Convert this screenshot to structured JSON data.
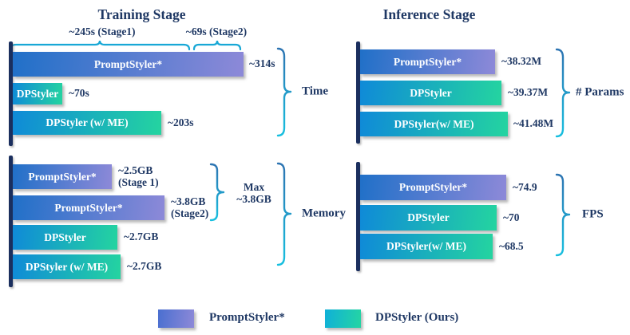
{
  "figure": {
    "training_title": "Training Stage",
    "inference_title": "Inference Stage"
  },
  "colors": {
    "promptstyler_gradient_start": "#2070c8",
    "promptstyler_gradient_end": "#8d89d8",
    "dpstyler_gradient_start": "#0f8ad8",
    "dpstyler_gradient_end": "#24d4a0",
    "text_navy": "#1f3864",
    "axis_navy": "#1b2f5e",
    "bracket_cyan": "#18a8d6",
    "brace_gradient_top": "#2d74b2",
    "brace_gradient_bottom": "#17bfdf"
  },
  "chart_data": [
    {
      "id": "training-time",
      "type": "bar",
      "orientation": "horizontal",
      "stage": "Training Stage",
      "metric": "Time",
      "unit": "seconds",
      "bars": [
        {
          "label": "PromptStyler*",
          "series": "PromptStyler*",
          "value": 314,
          "display": "~314s"
        },
        {
          "label": "DPStyler",
          "series": "DPStyler (Ours)",
          "value": 70,
          "display": "~70s"
        },
        {
          "label": "DPStyler (w/ ME)",
          "series": "DPStyler (Ours)",
          "value": 203,
          "display": "~203s"
        }
      ],
      "annotations": [
        {
          "text": "~245s (Stage1)",
          "span_seconds": 245
        },
        {
          "text": "~69s (Stage2)",
          "span_seconds": 69
        }
      ]
    },
    {
      "id": "inference-params",
      "type": "bar",
      "orientation": "horizontal",
      "stage": "Inference Stage",
      "metric": "# Params",
      "unit": "millions",
      "bars": [
        {
          "label": "PromptStyler*",
          "series": "PromptStyler*",
          "value": 38.32,
          "display": "~38.32M"
        },
        {
          "label": "DPStyler",
          "series": "DPStyler (Ours)",
          "value": 39.37,
          "display": "~39.37M"
        },
        {
          "label": "DPStyler(w/ ME)",
          "series": "DPStyler (Ours)",
          "value": 41.48,
          "display": "~41.48M"
        }
      ]
    },
    {
      "id": "training-memory",
      "type": "bar",
      "orientation": "horizontal",
      "stage": "Training Stage",
      "metric": "Memory",
      "unit": "GB",
      "bars": [
        {
          "label": "PromptStyler*",
          "series": "PromptStyler*",
          "value": 2.5,
          "display": "~2.5GB",
          "display_note": "(Stage 1)"
        },
        {
          "label": "PromptStyler*",
          "series": "PromptStyler*",
          "value": 3.8,
          "display": "~3.8GB",
          "display_note": "(Stage2)"
        },
        {
          "label": "DPStyler",
          "series": "DPStyler (Ours)",
          "value": 2.7,
          "display": "~2.7GB"
        },
        {
          "label": "DPStyler (w/ ME)",
          "series": "DPStyler (Ours)",
          "value": 2.7,
          "display": "~2.7GB"
        }
      ],
      "annotations": [
        {
          "text_line1": "Max",
          "text_line2": "~3.8GB"
        }
      ]
    },
    {
      "id": "inference-fps",
      "type": "bar",
      "orientation": "horizontal",
      "stage": "Inference Stage",
      "metric": "FPS",
      "unit": "frames per second",
      "bars": [
        {
          "label": "PromptStyler*",
          "series": "PromptStyler*",
          "value": 74.9,
          "display": "~74.9"
        },
        {
          "label": "DPStyler",
          "series": "DPStyler (Ours)",
          "value": 70,
          "display": "~70"
        },
        {
          "label": "DPStyler(w/ ME)",
          "series": "DPStyler (Ours)",
          "value": 68.5,
          "display": "~68.5"
        }
      ]
    }
  ],
  "legend": {
    "items": [
      {
        "label": "PromptStyler*",
        "color_start": "#4a6fd0",
        "color_end": "#8d89d8"
      },
      {
        "label": "DPStyler (Ours)",
        "color_start": "#0fb0d8",
        "color_end": "#25d5a3"
      }
    ]
  }
}
